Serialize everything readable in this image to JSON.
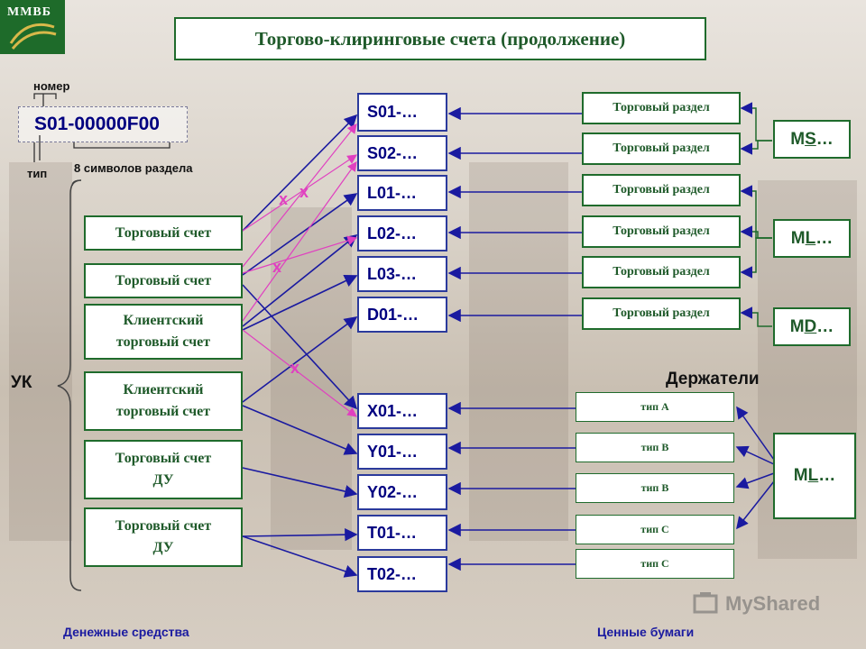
{
  "title": "Торгово-клиринговые счета (продолжение)",
  "logo": "ММВБ",
  "code": {
    "value": "S01-00000F00",
    "label_number": "номер",
    "label_type": "тип",
    "label_symbols": "8 символов раздела"
  },
  "uk_label": "УК",
  "left_accounts": [
    "Торговый счет",
    "Торговый счет",
    "Клиентский торговый счет",
    "Клиентский торговый счет",
    "Торговый счет ДУ",
    "Торговый счет ДУ"
  ],
  "mid_codes": [
    "S01-…",
    "S02-…",
    "L01-…",
    "L02-…",
    "L03-…",
    "D01-…",
    "X01-…",
    "Y01-…",
    "Y02-…",
    "T01-…",
    "T02-…"
  ],
  "trade_section_label": "Торговый раздел",
  "m_boxes": [
    {
      "prefix": "M",
      "letter": "S",
      "suffix": "…"
    },
    {
      "prefix": "M",
      "letter": "L",
      "suffix": "…"
    },
    {
      "prefix": "M",
      "letter": "D",
      "suffix": "…"
    },
    {
      "prefix": "M",
      "letter": "L",
      "suffix": "…"
    }
  ],
  "holders_title": "Держатели",
  "holder_types": [
    "тип А",
    "тип В",
    "тип В",
    "тип С",
    "тип С"
  ],
  "cross_marks": [
    "x",
    "x",
    "x",
    "x"
  ],
  "bottom_left": "Денежные средства",
  "bottom_right": "Ценные бумаги",
  "watermark": "MyShared",
  "colors": {
    "green": "#1f6b2c",
    "blue": "#000080",
    "magenta": "#e040c0",
    "navy_line": "#1a1aa0"
  }
}
